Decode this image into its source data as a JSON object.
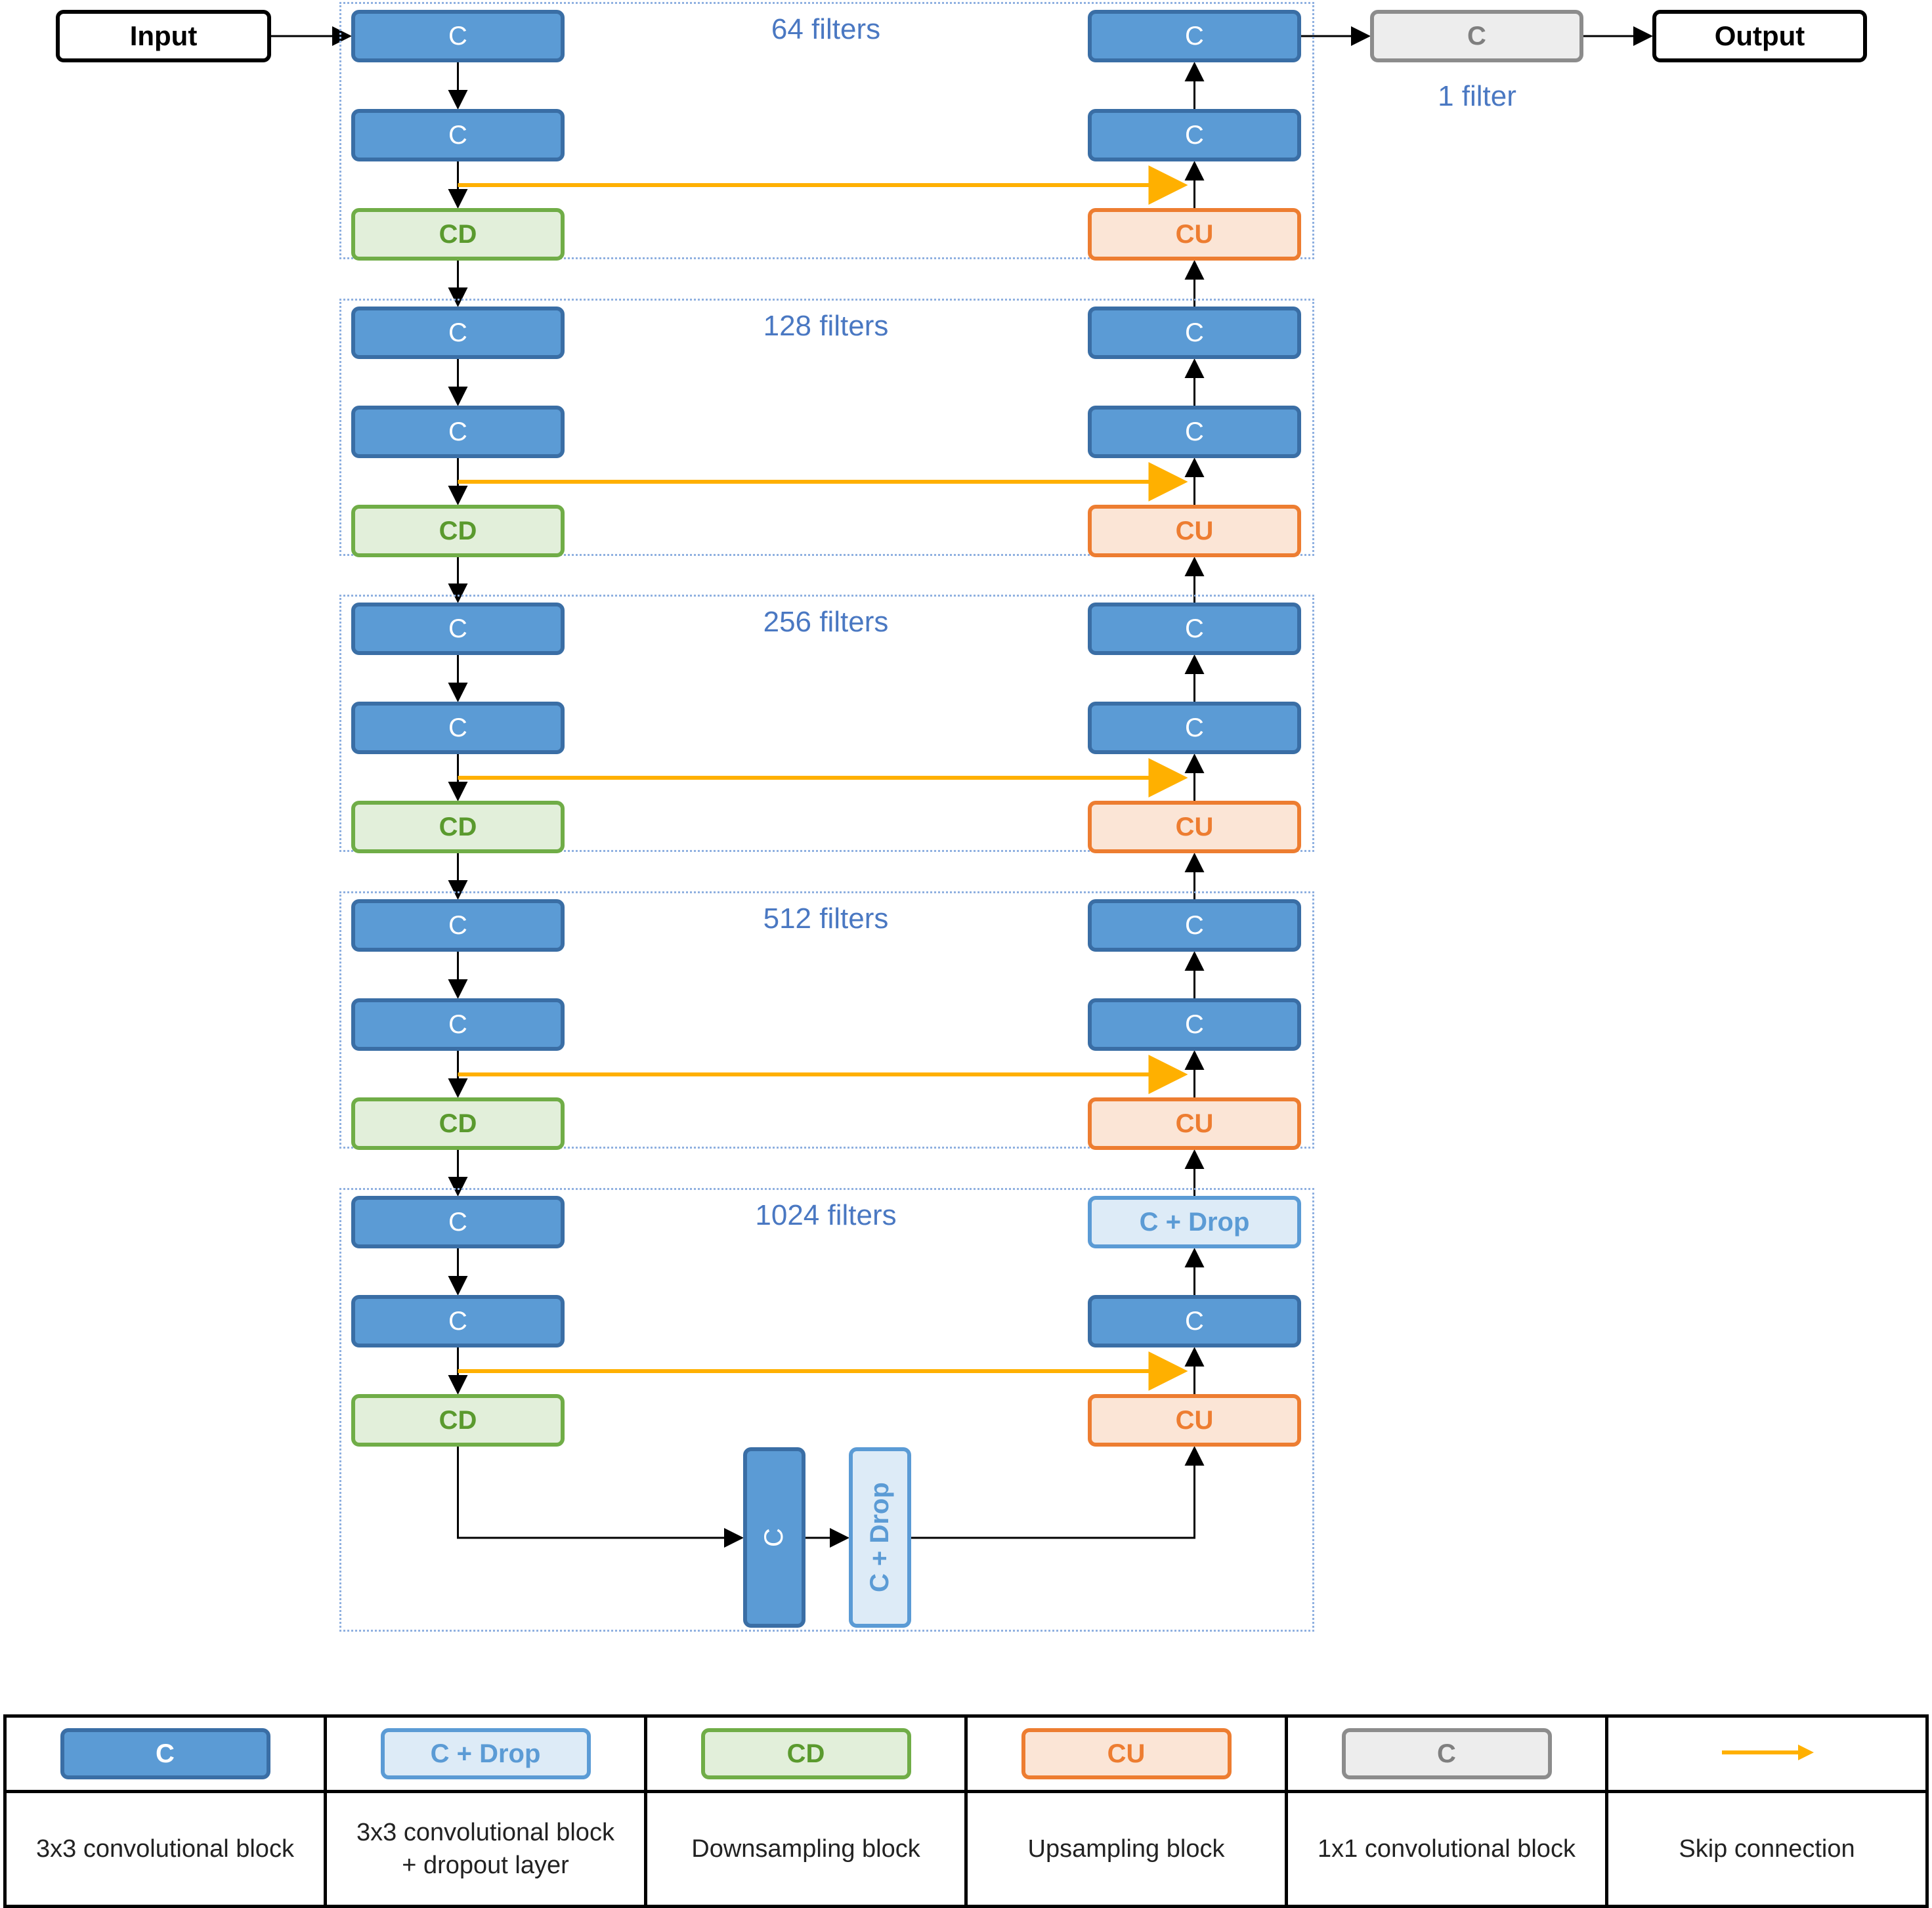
{
  "io": {
    "input": "Input",
    "output": "Output"
  },
  "levels": [
    {
      "filters": "64 filters"
    },
    {
      "filters": "128 filters"
    },
    {
      "filters": "256 filters"
    },
    {
      "filters": "512 filters"
    },
    {
      "filters": "1024 filters"
    }
  ],
  "blocks": {
    "conv": "C",
    "conv_drop": "C + Drop",
    "down": "CD",
    "up": "CU",
    "final_conv": "C"
  },
  "final": {
    "filters": "1 filter"
  },
  "legend": [
    {
      "symbol": "C",
      "kind": "conv",
      "desc_lines": [
        "3x3 convolutional block"
      ]
    },
    {
      "symbol": "C + Drop",
      "kind": "drop",
      "desc_lines": [
        "3x3 convolutional block",
        "+ dropout layer"
      ]
    },
    {
      "symbol": "CD",
      "kind": "down",
      "desc_lines": [
        "Downsampling block"
      ]
    },
    {
      "symbol": "CU",
      "kind": "up",
      "desc_lines": [
        "Upsampling block"
      ]
    },
    {
      "symbol": "C",
      "kind": "gray",
      "desc_lines": [
        "1x1 convolutional block"
      ]
    },
    {
      "symbol": "",
      "kind": "skip",
      "desc_lines": [
        "Skip connection"
      ]
    }
  ],
  "colors": {
    "conv_fill": "#5b9bd5",
    "conv_border": "#3a6ea5",
    "down_fill": "#e2efda",
    "down_border": "#70ad47",
    "up_fill": "#fbe5d6",
    "up_border": "#ed7d31",
    "drop_fill": "#ddebf7",
    "drop_border": "#5b9bd5",
    "gray_fill": "#ededed",
    "gray_border": "#8c8c8c",
    "skip_arrow": "#ffb000",
    "label_text": "#4a78c2"
  }
}
